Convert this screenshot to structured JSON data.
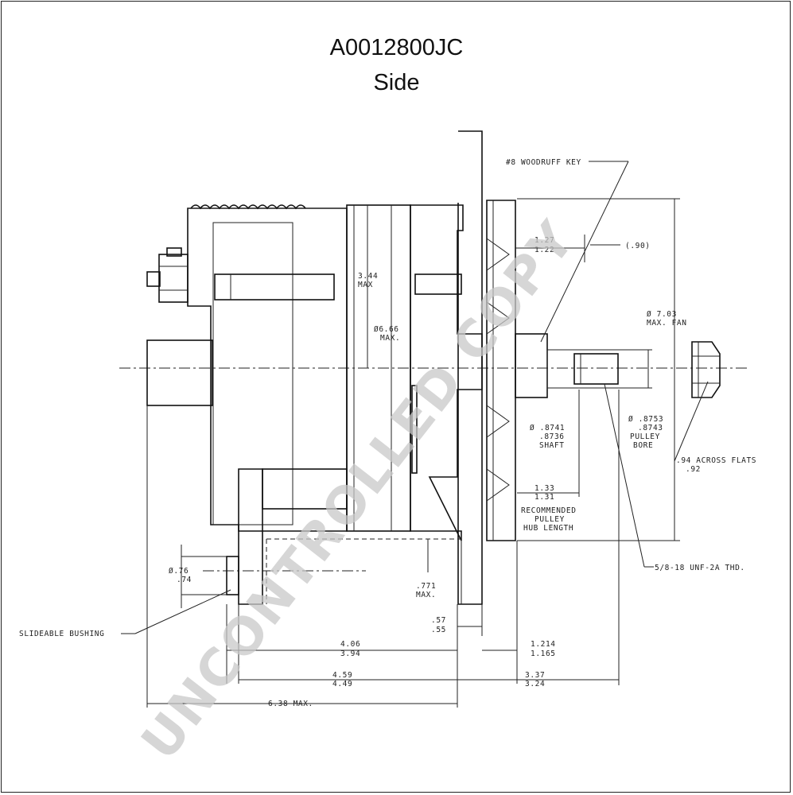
{
  "header": {
    "part_number": "A0012800JC",
    "view": "Side"
  },
  "callouts": {
    "woodruff_key": "#8 WOODRUFF KEY",
    "hub_dim_a": "1.27",
    "hub_dim_b": "1.22",
    "ref_90": "(.90)",
    "fan_dia_a": "Ø 7.03",
    "fan_dia_b": "MAX. FAN",
    "h344_a": "3.44",
    "h344_b": "MAX",
    "d666_a": "Ø6.66",
    "d666_b": "MAX.",
    "shaft_a": "Ø .8741",
    "shaft_b": ".8736",
    "shaft_c": "SHAFT",
    "bore_a": "Ø .8753",
    "bore_b": ".8743",
    "bore_c": "PULLEY",
    "bore_d": "BORE",
    "flats_a": ".94 ACROSS FLATS",
    "flats_b": ".92",
    "hub_len_a": "1.33",
    "hub_len_b": "1.31",
    "rec_a": "RECOMMENDED",
    "rec_b": "PULLEY",
    "rec_c": "HUB LENGTH",
    "thread": "5/8-18 UNF-2A THD.",
    "bush_a": "Ø.76",
    "bush_b": ".74",
    "bush_label": "SLIDEABLE BUSHING",
    "d771_a": ".771",
    "d771_b": "MAX.",
    "d57_a": ".57",
    "d57_b": ".55",
    "d406_a": "4.06",
    "d406_b": "3.94",
    "d1214_a": "1.214",
    "d1214_b": "1.165",
    "d459_a": "4.59",
    "d459_b": "4.49",
    "d337_a": "3.37",
    "d337_b": "3.24",
    "d638": "6.38 MAX."
  },
  "watermark": "UNCONTROLLED COPY"
}
